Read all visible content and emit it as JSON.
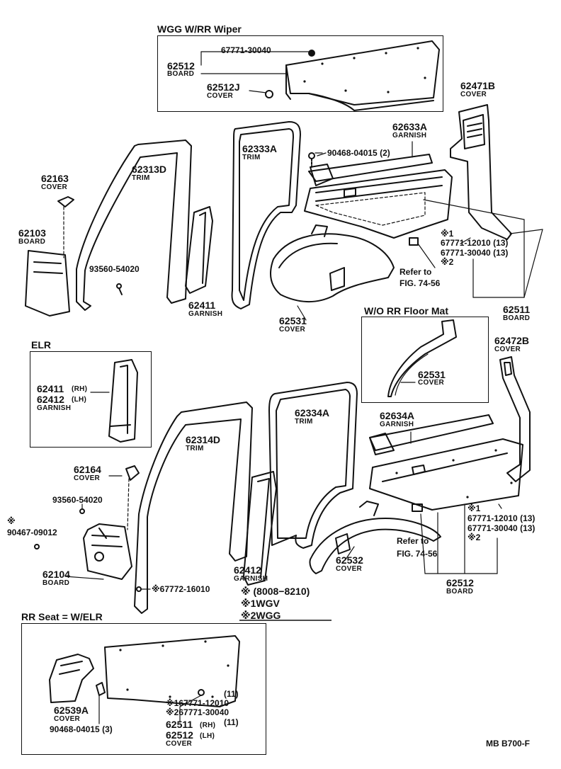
{
  "sections": {
    "wgg": "WGG  W/RR  Wiper",
    "elr": "ELR",
    "wo_floor_mat": "W/O  RR  Floor Mat",
    "rr_seat": "RR Seat = W/ELR"
  },
  "labels": {
    "wgg_67771_30040": "67771-30040",
    "wgg_62512": "62512",
    "wgg_board": "BOARD",
    "wgg_62512J": "62512J",
    "wgg_cover": "COVER",
    "p62471B": "62471B",
    "p62471B_name": "COVER",
    "p62633A": "62633A",
    "p62633A_name": "GARNISH",
    "clip_90468_2": "90468-04015 (2)",
    "p62333A": "62333A",
    "p62333A_name": "TRIM",
    "p62313D": "62313D",
    "p62313D_name": "TRIM",
    "p62163": "62163",
    "p62163_name": "COVER",
    "p62103": "62103",
    "p62103_name": "BOARD",
    "screw_93560_a": "93560-54020",
    "p62411": "62411",
    "p62411_name": "GARNISH",
    "p62531_top": "62531",
    "p62531_top_name": "COVER",
    "mark1_top": "※1",
    "clip_12010_top": "67771-12010 (13)",
    "clip_30040_top": "67771-30040 (13)",
    "mark2_top": "※2",
    "refer1_a": "Refer to",
    "refer1_b": "FIG. 74-56",
    "p62511": "62511",
    "p62511_name": "BOARD",
    "p62531_box": "62531",
    "p62531_box_name": "COVER",
    "p62472B": "62472B",
    "p62472B_name": "COVER",
    "elr_62411": "62411",
    "elr_rh": "(RH)",
    "elr_62412": "62412",
    "elr_lh": "(LH)",
    "elr_name": "GARNISH",
    "p62314D": "62314D",
    "p62314D_name": "TRIM",
    "p62334A": "62334A",
    "p62334A_name": "TRIM",
    "p62634A": "62634A",
    "p62634A_name": "GARNISH",
    "p62164": "62164",
    "p62164_name": "COVER",
    "screw_93560_b": "93560-54020",
    "mark_90467": "※",
    "p90467": "90467-09012",
    "p62104": "62104",
    "p62104_name": "BOARD",
    "clip_67772": "※67772-16010",
    "p62412": "62412",
    "p62412_name": "GARNISH",
    "date_range": "※  (8008−8210)",
    "note_wgv": "※1WGV",
    "note_wgg": "※2WGG",
    "p62532": "62532",
    "p62532_name": "COVER",
    "refer2_a": "Refer to",
    "refer2_b": "FIG. 74-56",
    "mark1_bot": "※1",
    "clip_12010_bot": "67771-12010 (13)",
    "clip_30040_bot": "67771-30040 (13)",
    "mark2_bot": "※2",
    "p62512_bot": "62512",
    "p62512_bot_name": "BOARD",
    "p62539A": "62539A",
    "p62539A_name": "COVER",
    "clip_90468_3": "90468-04015 (3)",
    "rr_qty_a": "(11)",
    "rr_clip_12010": "※167771-12010",
    "rr_clip_30040": "※267771-30040",
    "rr_qty_b": "(11)",
    "rr_62511": "62511",
    "rr_rh": "(RH)",
    "rr_62512": "62512",
    "rr_lh": "(LH)",
    "rr_cover": "COVER",
    "footer_code": "MB  B700-F"
  }
}
